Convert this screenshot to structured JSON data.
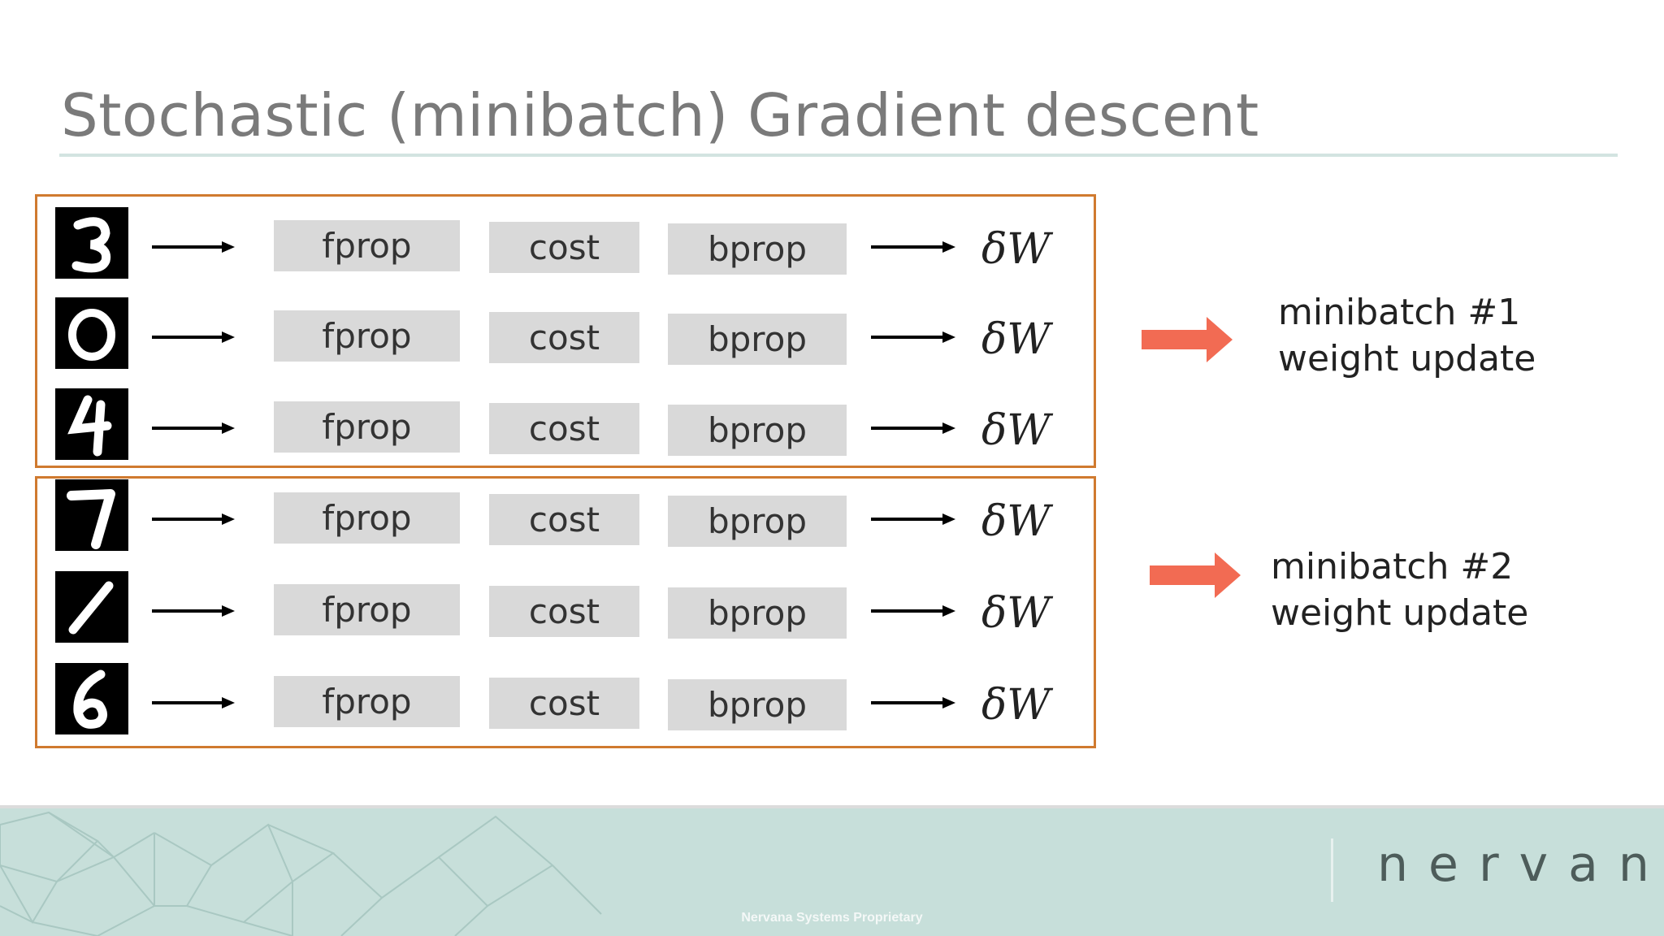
{
  "slide": {
    "title": "Stochastic (minibatch) Gradient descent"
  },
  "rows": [
    {
      "digit": "3",
      "fprop": "fprop",
      "cost": "cost",
      "bprop": "bprop",
      "delta": "δW"
    },
    {
      "digit": "0",
      "fprop": "fprop",
      "cost": "cost",
      "bprop": "bprop",
      "delta": "δW"
    },
    {
      "digit": "4",
      "fprop": "fprop",
      "cost": "cost",
      "bprop": "bprop",
      "delta": "δW"
    },
    {
      "digit": "7",
      "fprop": "fprop",
      "cost": "cost",
      "bprop": "bprop",
      "delta": "δW"
    },
    {
      "digit": "1",
      "fprop": "fprop",
      "cost": "cost",
      "bprop": "bprop",
      "delta": "δW"
    },
    {
      "digit": "6",
      "fprop": "fprop",
      "cost": "cost",
      "bprop": "bprop",
      "delta": "δW"
    }
  ],
  "minibatches": [
    {
      "line1": "minibatch #1",
      "line2": "weight update"
    },
    {
      "line1": "minibatch #2",
      "line2": "weight update"
    }
  ],
  "colors": {
    "batch_border": "#d07a2f",
    "update_arrow": "#f26b53",
    "stage_fill": "#d9d9d9",
    "footer_bg": "#c7dfda"
  },
  "footer": {
    "logo": "nervana",
    "proprietary": "Nervana Systems Proprietary"
  }
}
